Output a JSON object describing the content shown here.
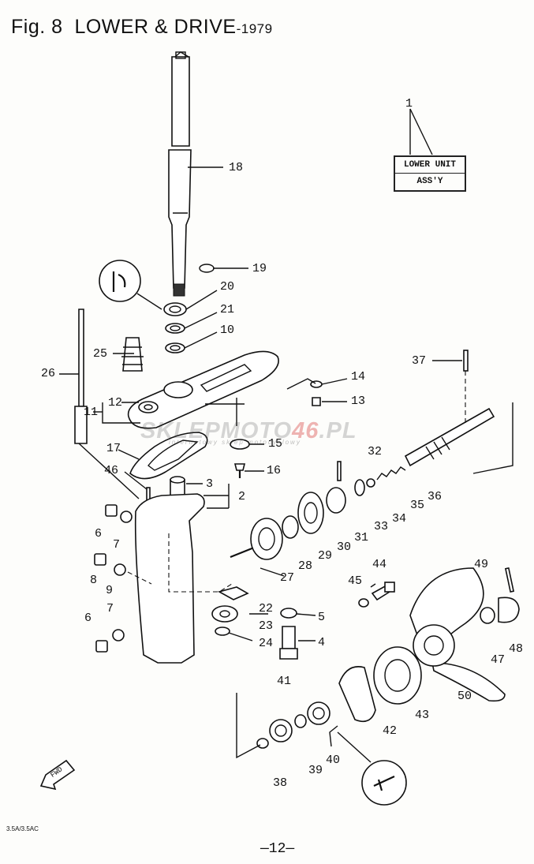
{
  "header": {
    "fig": "Fig. 8",
    "title": "LOWER & DRIVE",
    "year": "-1979"
  },
  "assembly_box": {
    "line1": "LOWER UNIT",
    "line2": "ASS'Y"
  },
  "watermark": {
    "part_a": "SKLEPMOTO",
    "part_b": "46",
    "part_c": ".PL",
    "subtitle": "internetowy sklep motocyklowy"
  },
  "direction_arrow": "FWD",
  "footer": {
    "model_code": "3.5A/3.5AC",
    "page": "—12—"
  },
  "callouts": {
    "n1": "1",
    "n2": "2",
    "n3": "3",
    "n4": "4",
    "n5": "5",
    "n6a": "6",
    "n6b": "6",
    "n7a": "7",
    "n7b": "7",
    "n8": "8",
    "n9": "9",
    "n10": "10",
    "n11": "11",
    "n12": "12",
    "n13": "13",
    "n14": "14",
    "n15": "15",
    "n16": "16",
    "n17": "17",
    "n18": "18",
    "n19": "19",
    "n20": "20",
    "n21": "21",
    "n22": "22",
    "n23": "23",
    "n24": "24",
    "n25": "25",
    "n26": "26",
    "n27": "27",
    "n28": "28",
    "n29": "29",
    "n30": "30",
    "n31": "31",
    "n32": "32",
    "n33": "33",
    "n34": "34",
    "n35": "35",
    "n36": "36",
    "n37": "37",
    "n38": "38",
    "n39": "39",
    "n40": "40",
    "n41": "41",
    "n42": "42",
    "n43": "43",
    "n44": "44",
    "n45": "45",
    "n46": "46",
    "n47": "47",
    "n48": "48",
    "n49": "49",
    "n50": "50"
  }
}
